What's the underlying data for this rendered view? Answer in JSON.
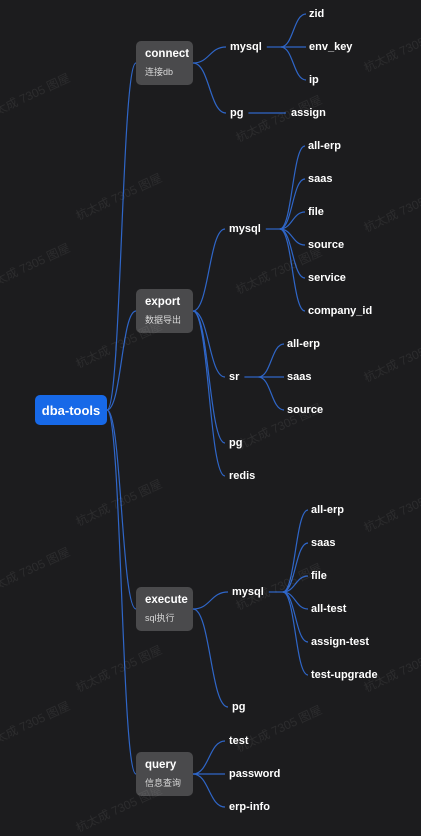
{
  "diagram": {
    "root": {
      "label": "dba-tools"
    },
    "branches": [
      {
        "label": "connect",
        "sublabel": "连接db",
        "children": [
          {
            "label": "mysql",
            "children": [
              {
                "label": "zid"
              },
              {
                "label": "env_key"
              },
              {
                "label": "ip"
              }
            ]
          },
          {
            "label": "pg",
            "children": [
              {
                "label": "assign"
              }
            ]
          }
        ]
      },
      {
        "label": "export",
        "sublabel": "数据导出",
        "children": [
          {
            "label": "mysql",
            "children": [
              {
                "label": "all-erp"
              },
              {
                "label": "saas"
              },
              {
                "label": "file"
              },
              {
                "label": "source"
              },
              {
                "label": "service"
              },
              {
                "label": "company_id"
              }
            ]
          },
          {
            "label": "sr",
            "children": [
              {
                "label": "all-erp"
              },
              {
                "label": "saas"
              },
              {
                "label": "source"
              }
            ]
          },
          {
            "label": "pg"
          },
          {
            "label": "redis"
          }
        ]
      },
      {
        "label": "execute",
        "sublabel": "sql执行",
        "children": [
          {
            "label": "mysql",
            "children": [
              {
                "label": "all-erp"
              },
              {
                "label": "saas"
              },
              {
                "label": "file"
              },
              {
                "label": "all-test"
              },
              {
                "label": "assign-test"
              },
              {
                "label": "test-upgrade"
              }
            ]
          },
          {
            "label": "pg"
          }
        ]
      },
      {
        "label": "query",
        "sublabel": "信息查询",
        "children": [
          {
            "label": "test"
          },
          {
            "label": "password"
          },
          {
            "label": "erp-info"
          }
        ]
      }
    ]
  },
  "style": {
    "line_color": "#2f66c8",
    "root_color": "#1769e8",
    "branch_box_color": "#4a4a4c",
    "background": "#1c1c1e"
  },
  "watermark": "杭太成 7305 图屋"
}
